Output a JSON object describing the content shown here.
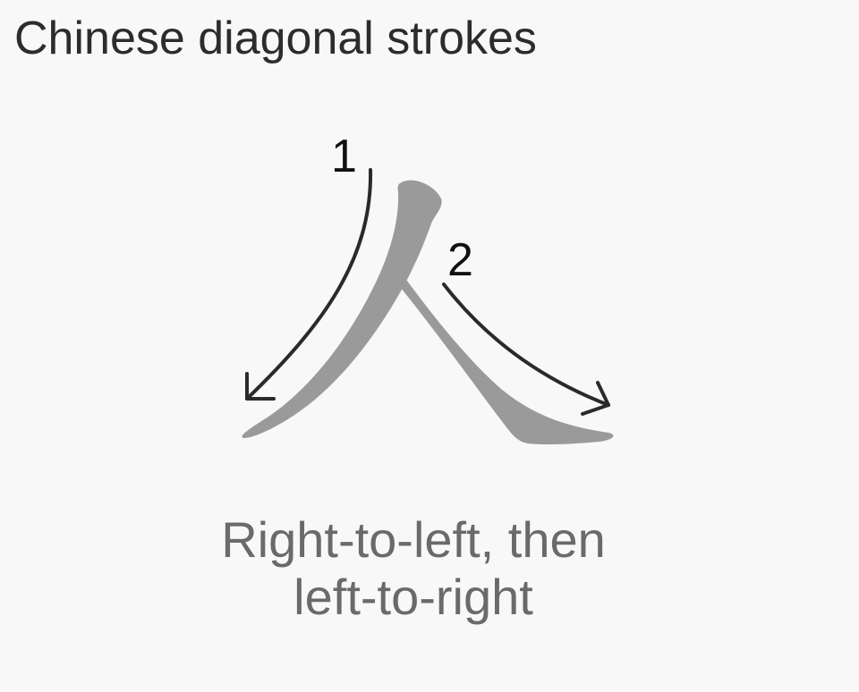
{
  "title": "Chinese diagonal strokes",
  "character": {
    "glyph": "人",
    "stroke_color": "#9a9a9a"
  },
  "strokes": [
    {
      "order": "1"
    },
    {
      "order": "2"
    }
  ],
  "arrow_color": "#2a2a2a",
  "caption": {
    "line1": "Right-to-left, then",
    "line2": "left-to-right"
  }
}
